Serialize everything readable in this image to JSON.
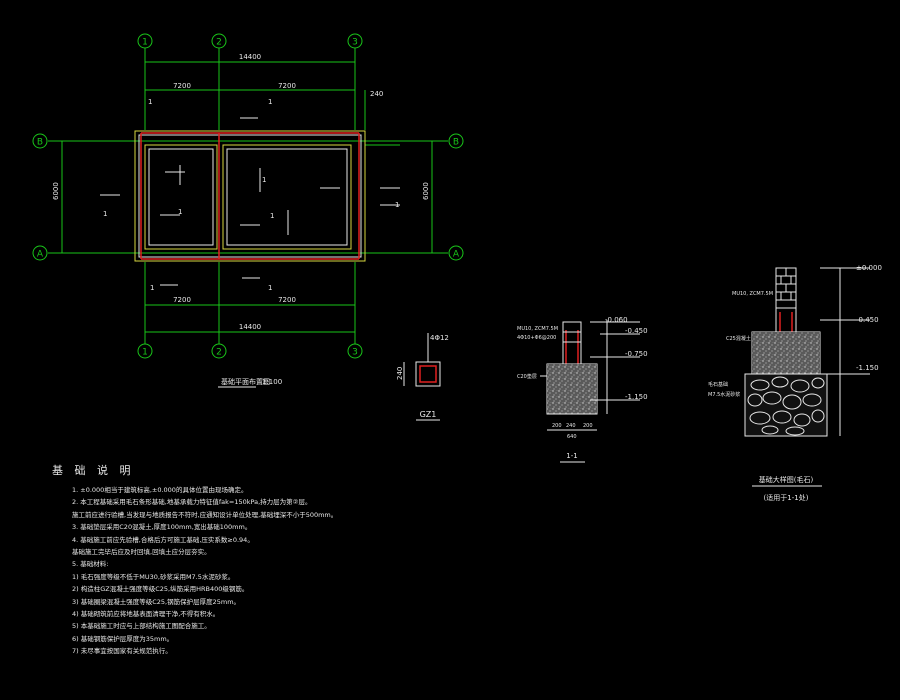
{
  "plan": {
    "axes_x": [
      "1",
      "2",
      "3"
    ],
    "axes_y": [
      "B",
      "A"
    ],
    "dim_top_total": "14400",
    "dim_left_span": "7200",
    "dim_right_span": "7200",
    "dim_bottom_total": "14400",
    "dim_height": "6000",
    "dim_small": "240",
    "member_mark": "1",
    "title": "基础平面布置图",
    "scale": "1:100"
  },
  "column": {
    "label": "GZ1",
    "dim": "240"
  },
  "section1": {
    "label": "1-1",
    "levels": [
      "-0.060",
      "-0.450",
      "-0.750",
      "-1.150"
    ],
    "notes": [
      "MU10, ZCM7.5M",
      "4Φ10+Φ6@200",
      "C20垫层"
    ],
    "dims": [
      "200",
      "240",
      "200"
    ],
    "total": "640"
  },
  "section2": {
    "title": "基础大样图(毛石)",
    "sub": "(适用于1-1处)",
    "levels": [
      "±0.000",
      "-0.450",
      "-1.150"
    ],
    "notes": [
      "MU10, ZCM7.5M",
      "C25混凝土",
      "毛石基础",
      "M7.5水泥砂浆"
    ]
  },
  "notes": {
    "heading": "基 础 说 明",
    "lines": [
      "1. ±0.000相当于建筑标高,±0.000的具体位置由现场确定。",
      "2. 本工程基础采用毛石条形基础,地基承载力特征值fak=150kPa,持力层为第②层。",
      "   施工前应进行验槽,当发现与地质报告不符时,应通知设计单位处理,基础埋深不小于500mm。",
      "3. 基础垫层采用C20混凝土,厚度100mm,宽出基础100mm。",
      "4. 基础施工前应先验槽,合格后方可施工基础,压实系数≥0.94。",
      "   基础施工完毕后应及时回填,回填土应分层夯实。",
      "5. 基础材料:",
      "1) 毛石强度等级不低于MU30,砂浆采用M7.5水泥砂浆。",
      "2) 构造柱GZ混凝土强度等级C25,纵筋采用HRB400级钢筋。",
      "3) 基础圈梁混凝土强度等级C25,钢筋保护层厚度25mm。",
      "4) 基础砌筑前应将地基表面清理干净,不得有积水。",
      "5) 本基础施工时应与上部结构施工图配合施工。",
      "6) 基础钢筋保护层厚度为35mm。",
      "7) 未尽事宜按国家有关规范执行。"
    ]
  }
}
